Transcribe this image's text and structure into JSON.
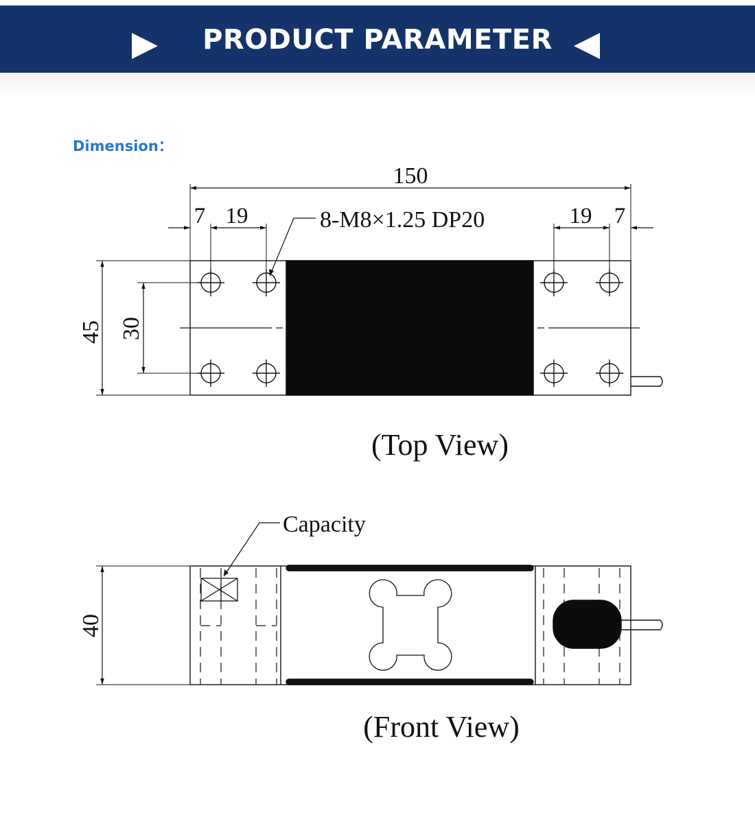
{
  "header": {
    "title": "PRODUCT PARAMETER",
    "accent_color": "#13336a",
    "left_icon": "play-right-icon",
    "right_icon": "play-left-icon"
  },
  "section": {
    "label": "Dimension："
  },
  "top_view": {
    "caption": "(Top View)",
    "overall_length": "150",
    "edge_offset_left": "7",
    "hole_pitch_left": "19",
    "hole_pitch_right": "19",
    "edge_offset_right": "7",
    "hole_callout": "8-M8×1.25 DP20",
    "width": "45",
    "hole_spacing": "30"
  },
  "front_view": {
    "caption": "(Front View)",
    "height": "40",
    "capacity_label": "Capacity"
  }
}
